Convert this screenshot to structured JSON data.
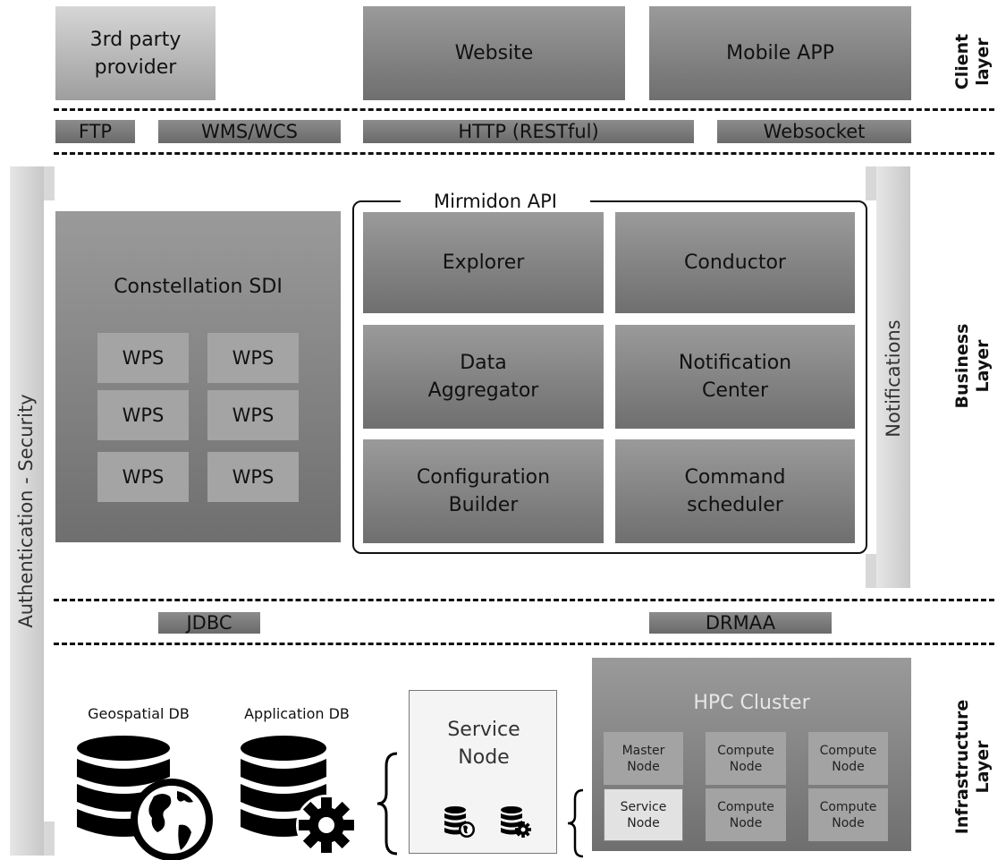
{
  "layers": {
    "client": "Client\nlayer",
    "business": "Business\nLayer",
    "infrastructure": "Infrastructure\nLayer"
  },
  "client": {
    "third_party": "3rd party\nprovider",
    "website": "Website",
    "mobile": "Mobile APP"
  },
  "protocols_top": {
    "ftp": "FTP",
    "wms": "WMS/WCS",
    "http": "HTTP (RESTful)",
    "websocket": "Websocket"
  },
  "side": {
    "auth": "Authentication - Security",
    "notifications": "Notifications"
  },
  "constellation": {
    "title": "Constellation SDI",
    "wps": [
      "WPS",
      "WPS",
      "WPS",
      "WPS",
      "WPS",
      "WPS"
    ]
  },
  "api": {
    "title": "Mirmidon API",
    "modules": [
      "Explorer",
      "Conductor",
      "Data\nAggregator",
      "Notification\nCenter",
      "Configuration\nBuilder",
      "Command\nscheduler"
    ]
  },
  "protocols_bottom": {
    "jdbc": "JDBC",
    "drmaa": "DRMAA"
  },
  "infra": {
    "geo_db": "Geospatial DB",
    "app_db": "Application DB",
    "service_node": "Service\nNode",
    "hpc_title": "HPC Cluster",
    "hpc_nodes": [
      "Master\nNode",
      "Compute\nNode",
      "Compute\nNode",
      "Service\nNode",
      "Compute\nNode",
      "Compute\nNode"
    ]
  }
}
